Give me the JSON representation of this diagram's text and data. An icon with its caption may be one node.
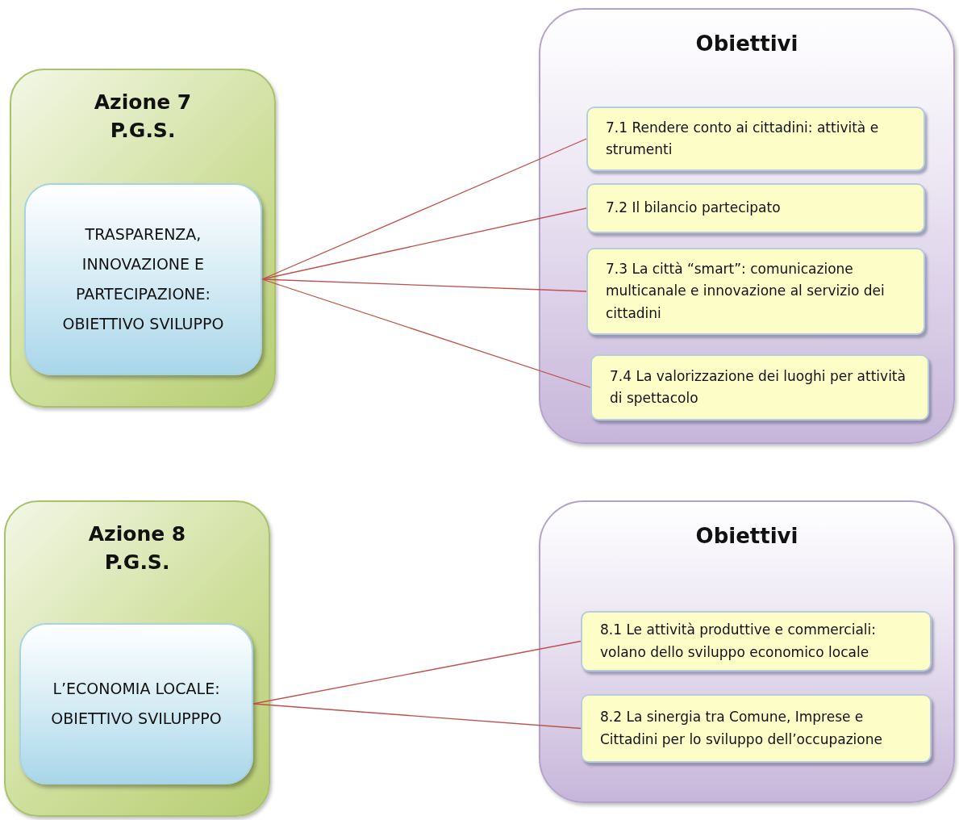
{
  "diagram": {
    "nodes": [
      {
        "text": [
          "Azione 7 P.G.S."
        ]
      },
      {
        "text": [
          "TRASPARENZA, INNOVAZIONE E PARTECIPAZIONE: OBIETTIVO SVILUPPO"
        ],
        "in": 0
      },
      {
        "text": [
          "Obiettivi"
        ]
      },
      {
        "text": [
          "7.1 Rendere conto ai cittadini: attività e strumenti"
        ],
        "in": 2
      },
      {
        "text": [
          "7.2 Il bilancio partecipato"
        ],
        "in": 2
      },
      {
        "text": [
          "7.3 La città “smart”: comunicazione multicanale e innovazione al servizio dei cittadini"
        ],
        "in": 2
      },
      {
        "text": [
          "7.4 La valorizzazione dei luoghi per attività di spettacolo"
        ],
        "in": 2
      },
      {
        "text": [
          "Azione 8 P.G.S."
        ]
      },
      {
        "text": [
          "L’ECONOMIA LOCALE: OBIETTIVO SVILUPPPO"
        ],
        "in": 7
      },
      {
        "text": [
          "Obiettivi"
        ]
      },
      {
        "text": [
          "8.1 Le attività produttive e commerciali: volano dello sviluppo economico locale"
        ],
        "in": 9
      },
      {
        "text": [
          "8.2 La sinergia tra Comune, Imprese e Cittadini per lo sviluppo dell’occupazione"
        ],
        "in": 9
      }
    ],
    "edges": [
      {
        "from": 1,
        "to": 3,
        "arrow": "none"
      },
      {
        "from": 1,
        "to": 4,
        "arrow": "none"
      },
      {
        "from": 1,
        "to": 5,
        "arrow": "none"
      },
      {
        "from": 1,
        "to": 6,
        "arrow": "none"
      },
      {
        "from": 8,
        "to": 10,
        "arrow": "none"
      },
      {
        "from": 8,
        "to": 11,
        "arrow": "none"
      }
    ]
  }
}
